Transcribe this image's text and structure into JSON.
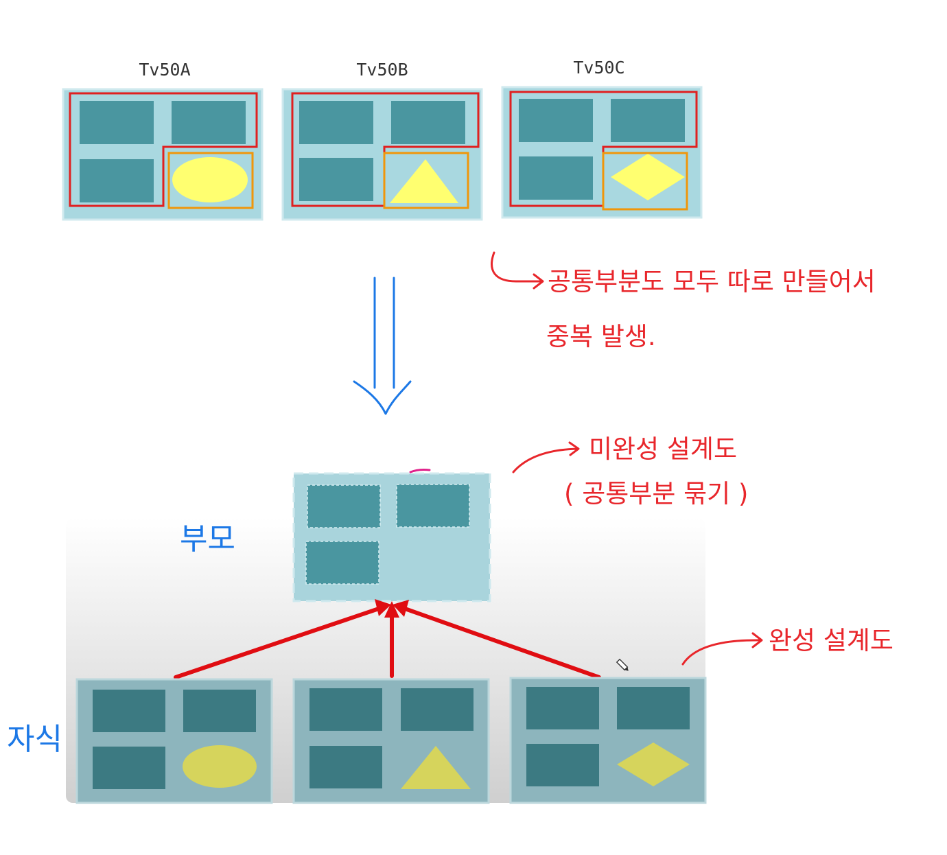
{
  "colors": {
    "panel_light": "#a9d8e0",
    "panel_border": "#cfe9ee",
    "tile": "#4a96a0",
    "tile_dark": "#3c7a82",
    "shape_yellow": "#ffff70",
    "shape_muted": "#d6d45c",
    "outline_red": "#e02020",
    "outline_orange": "#f0960a",
    "note_red": "#e8262b",
    "note_blue": "#1c78e6",
    "arrow_red": "#e00d12"
  },
  "icons": [
    "pencil-cursor-icon"
  ],
  "top_row": {
    "boards": [
      {
        "title": "Tv50A",
        "shape": "ellipse"
      },
      {
        "title": "Tv50B",
        "shape": "triangle"
      },
      {
        "title": "Tv50C",
        "shape": "diamond"
      }
    ]
  },
  "notes": {
    "duplication_line1": "공통부분도 모두 따로 만들어서",
    "duplication_line2": "중복 발생.",
    "incomplete_line1": "미완성 설계도",
    "incomplete_line2": "( 공통부분 묶기 )",
    "complete": "완성 설계도",
    "parent": "부모",
    "child": "자식"
  },
  "bottom_row": {
    "children": [
      {
        "shape": "ellipse"
      },
      {
        "shape": "triangle"
      },
      {
        "shape": "diamond"
      }
    ]
  }
}
